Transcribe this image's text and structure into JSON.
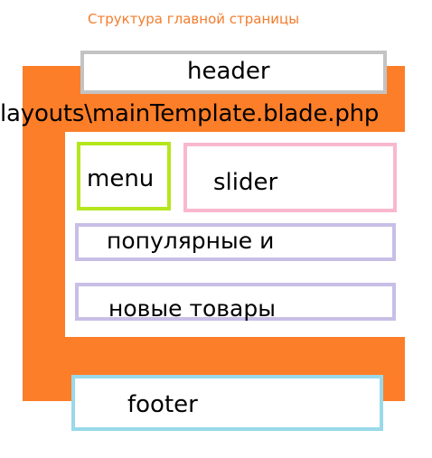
{
  "diagram": {
    "title": "Структура главной страницы",
    "header_label": "header",
    "layout_file_label": "layouts\\mainTemplate.blade.php",
    "menu_label": "menu",
    "slider_label": "slider",
    "popular_label": "популярные и",
    "new_products_label": "новые товары",
    "footer_label": "footer"
  },
  "colors": {
    "title": "#f47c2c",
    "layout_frame": "#fd7e28",
    "header_border": "#c3c3c3",
    "menu_border": "#b5e61d",
    "slider_border": "#f9b8cf",
    "content_border": "#c8bfe7",
    "footer_border": "#99d9ea"
  }
}
